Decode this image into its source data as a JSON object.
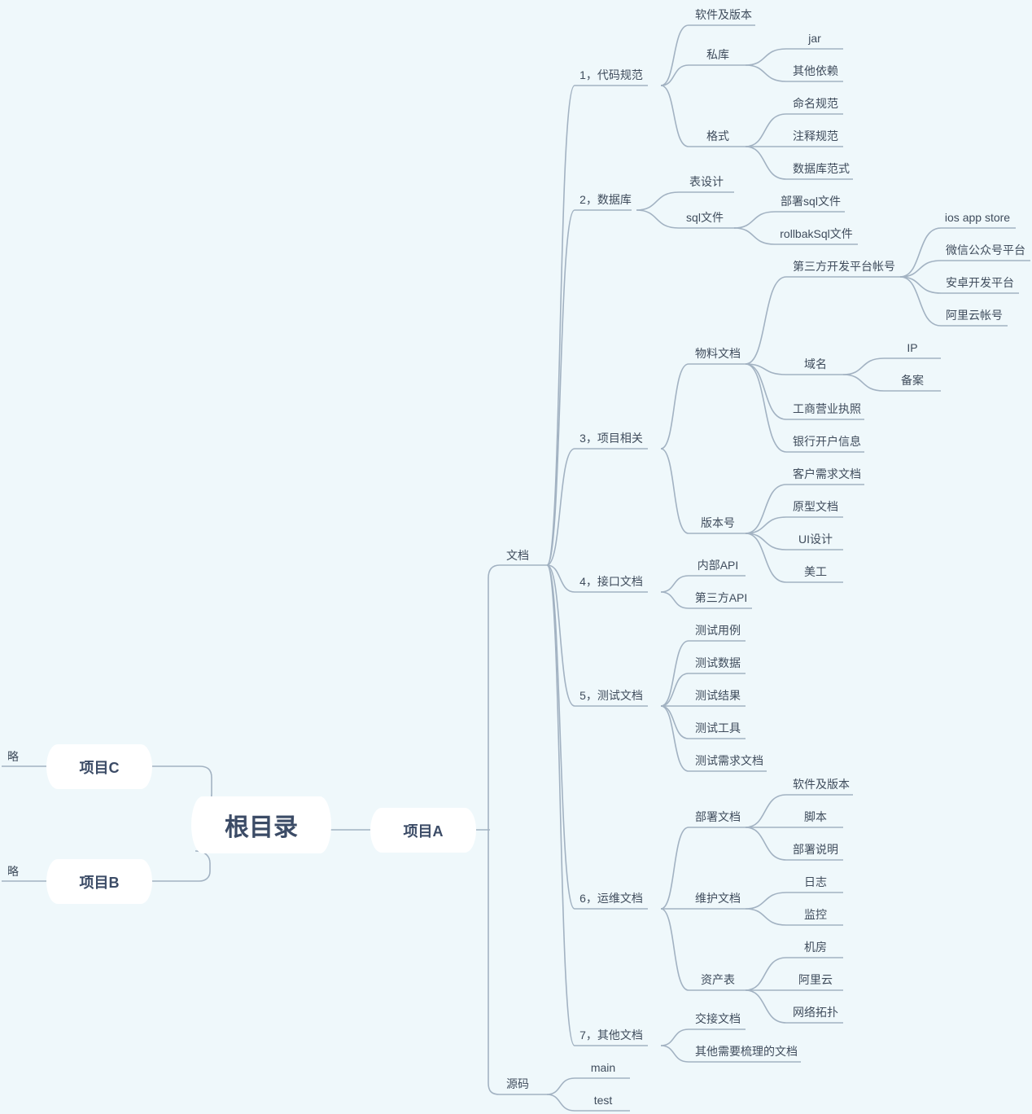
{
  "root": "根目录",
  "projects": {
    "a": "项目A",
    "b": "项目B",
    "c": "项目C"
  },
  "lue": "略",
  "docs": {
    "label": "文档",
    "code": {
      "label": "1，代码规范",
      "software": "软件及版本",
      "private": "私库",
      "jar": "jar",
      "other_dep": "其他依赖",
      "format": "格式",
      "naming": "命名规范",
      "comment": "注释规范",
      "db_norm": "数据库范式"
    },
    "db": {
      "label": "2，数据库",
      "table": "表设计",
      "sql": "sql文件",
      "deploy_sql": "部署sql文件",
      "rollback_sql": "rollbakSql文件"
    },
    "project": {
      "label": "3，项目相关",
      "material": "物料文档",
      "third": "第三方开发平台帐号",
      "ios": "ios app store",
      "wechat": "微信公众号平台",
      "android": "安卓开发平台",
      "aliyun_acct": "阿里云帐号",
      "domain": "域名",
      "ip": "IP",
      "beian": "备案",
      "license": "工商营业执照",
      "bank": "银行开户信息",
      "version": "版本号",
      "req": "客户需求文档",
      "proto": "原型文档",
      "ui": "UI设计",
      "art": "美工"
    },
    "api": {
      "label": "4，接口文档",
      "internal": "内部API",
      "third": "第三方API"
    },
    "test": {
      "label": "5，测试文档",
      "case": "测试用例",
      "data": "测试数据",
      "result": "测试结果",
      "tool": "测试工具",
      "req": "测试需求文档"
    },
    "ops": {
      "label": "6，运维文档",
      "deploy": "部署文档",
      "software": "软件及版本",
      "script": "脚本",
      "deploy_note": "部署说明",
      "maint": "维护文档",
      "log": "日志",
      "monitor": "监控",
      "asset": "资产表",
      "room": "机房",
      "aliyun": "阿里云",
      "topo": "网络拓扑"
    },
    "other": {
      "label": "7，其他文档",
      "handover": "交接文档",
      "rest": "其他需要梳理的文档"
    }
  },
  "source": {
    "label": "源码",
    "main": "main",
    "test": "test"
  },
  "colors": {
    "background": "#eff8fb",
    "line": "#a2b2c2",
    "text": "#3f4c5c",
    "box_text": "#3b4b66"
  }
}
